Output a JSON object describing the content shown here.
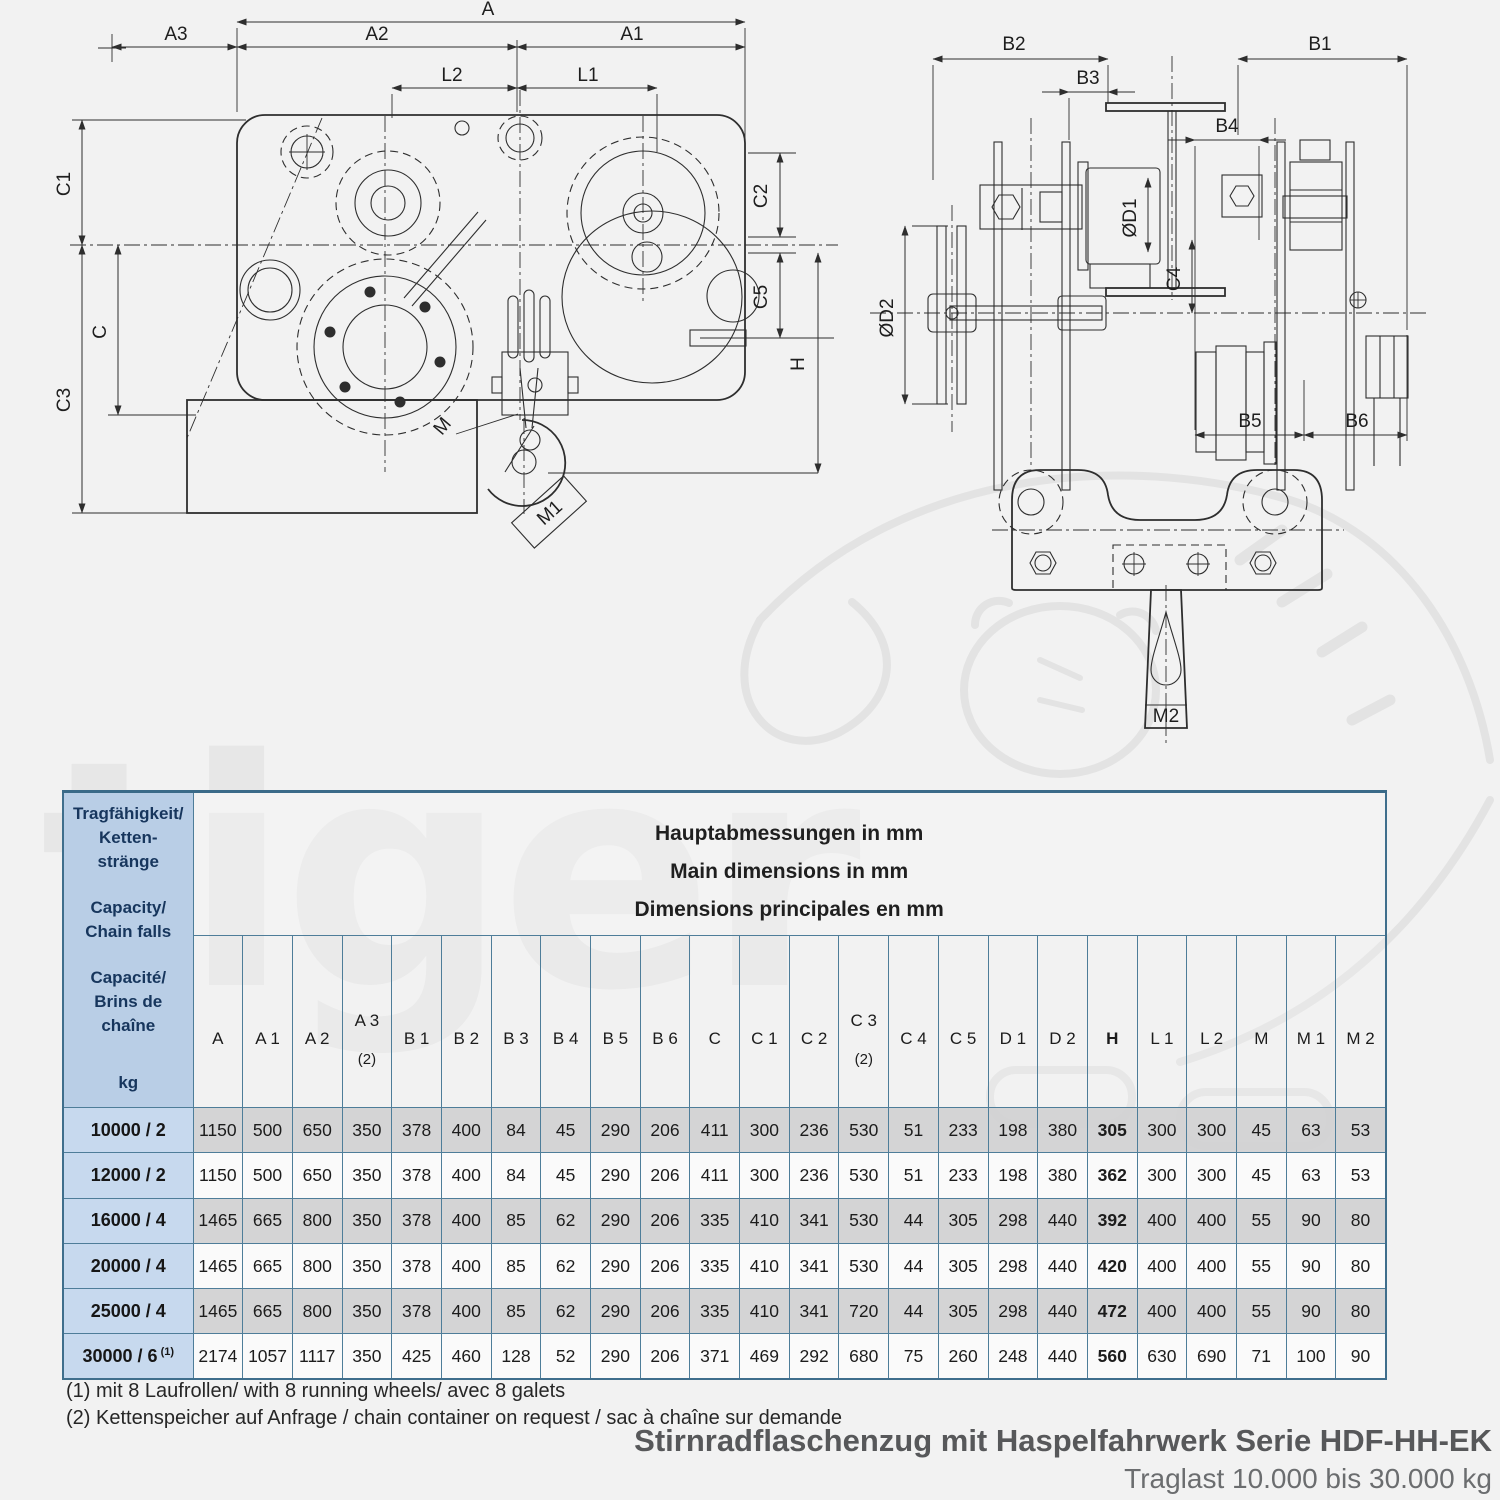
{
  "page": {
    "background": "#f2f2f2"
  },
  "watermark": {
    "text": "tiger",
    "color": "#e7e7e7"
  },
  "drawings": {
    "side_view": {
      "labels": {
        "a": "A",
        "a1": "A1",
        "a2": "A2",
        "a3": "A3",
        "l1": "L1",
        "l2": "L2",
        "c": "C",
        "c1": "C1",
        "c2": "C2",
        "c3": "C3",
        "c5": "C5",
        "h": "H",
        "m": "M",
        "m1": "M1"
      }
    },
    "front_view": {
      "labels": {
        "b1": "B1",
        "b2": "B2",
        "b3": "B3",
        "b4": "B4",
        "b5": "B5",
        "b6": "B6",
        "d1": "ØD1",
        "d2": "ØD2",
        "c4": "C4",
        "m2": "M2"
      }
    }
  },
  "table": {
    "corner": {
      "de": [
        "Tragfähigkeit/",
        "Ketten-",
        "stränge"
      ],
      "en": [
        "Capacity/",
        "Chain falls"
      ],
      "fr": [
        "Capacité/",
        "Brins de",
        "chaîne"
      ],
      "unit": "kg"
    },
    "main_header": [
      "Hauptabmessungen in mm",
      "Main dimensions in mm",
      "Dimensions principales en mm"
    ],
    "columns": [
      {
        "label": "A"
      },
      {
        "label": "A 1"
      },
      {
        "label": "A 2"
      },
      {
        "label": "A 3",
        "note": "(2)"
      },
      {
        "label": "B 1"
      },
      {
        "label": "B 2"
      },
      {
        "label": "B 3"
      },
      {
        "label": "B 4"
      },
      {
        "label": "B 5"
      },
      {
        "label": "B 6"
      },
      {
        "label": "C"
      },
      {
        "label": "C 1"
      },
      {
        "label": "C 2"
      },
      {
        "label": "C 3",
        "note": "(2)"
      },
      {
        "label": "C 4"
      },
      {
        "label": "C 5"
      },
      {
        "label": "D 1"
      },
      {
        "label": "D 2"
      },
      {
        "label": "H",
        "bold": true
      },
      {
        "label": "L 1"
      },
      {
        "label": "L 2"
      },
      {
        "label": "M"
      },
      {
        "label": "M 1"
      },
      {
        "label": "M 2"
      }
    ],
    "rows": [
      {
        "capacity": "10000 / 2",
        "shaded": true,
        "values": [
          1150,
          500,
          650,
          350,
          378,
          400,
          84,
          45,
          290,
          206,
          411,
          300,
          236,
          530,
          51,
          233,
          198,
          380,
          305,
          300,
          300,
          45,
          63,
          53
        ]
      },
      {
        "capacity": "12000 / 2",
        "shaded": false,
        "values": [
          1150,
          500,
          650,
          350,
          378,
          400,
          84,
          45,
          290,
          206,
          411,
          300,
          236,
          530,
          51,
          233,
          198,
          380,
          362,
          300,
          300,
          45,
          63,
          53
        ]
      },
      {
        "capacity": "16000 / 4",
        "shaded": true,
        "values": [
          1465,
          665,
          800,
          350,
          378,
          400,
          85,
          62,
          290,
          206,
          335,
          410,
          341,
          530,
          44,
          305,
          298,
          440,
          392,
          400,
          400,
          55,
          90,
          80
        ]
      },
      {
        "capacity": "20000 / 4",
        "shaded": false,
        "values": [
          1465,
          665,
          800,
          350,
          378,
          400,
          85,
          62,
          290,
          206,
          335,
          410,
          341,
          530,
          44,
          305,
          298,
          440,
          420,
          400,
          400,
          55,
          90,
          80
        ]
      },
      {
        "capacity": "25000 / 4",
        "shaded": true,
        "values": [
          1465,
          665,
          800,
          350,
          378,
          400,
          85,
          62,
          290,
          206,
          335,
          410,
          341,
          720,
          44,
          305,
          298,
          440,
          472,
          400,
          400,
          55,
          90,
          80
        ]
      },
      {
        "capacity": "30000 / 6",
        "capacity_sup": "(1)",
        "shaded": false,
        "values": [
          2174,
          1057,
          1117,
          350,
          425,
          460,
          128,
          52,
          290,
          206,
          371,
          469,
          292,
          680,
          75,
          260,
          248,
          440,
          560,
          630,
          690,
          71,
          100,
          90
        ]
      }
    ]
  },
  "footnotes": [
    "(1) mit 8 Laufrollen/ with 8 running wheels/ avec 8 galets",
    "(2) Kettenspeicher auf Anfrage / chain container on request / sac à chaîne sur demande"
  ],
  "title": {
    "line1": "Stirnradflaschenzug mit Haspelfahrwerk Serie HDF-HH-EK",
    "line2": "Traglast 10.000 bis 30.000 kg"
  },
  "colors": {
    "table_border": "#4e7d99",
    "corner_blue": "#b9cee6",
    "capacity_blue": "#c7d9ee",
    "row_shaded": "#d2d2d2",
    "row_plain": "#fbfbfb",
    "drawing_line": "#2e2e2e",
    "title_text": "#58595b",
    "watermark": "#e7e7e7"
  }
}
